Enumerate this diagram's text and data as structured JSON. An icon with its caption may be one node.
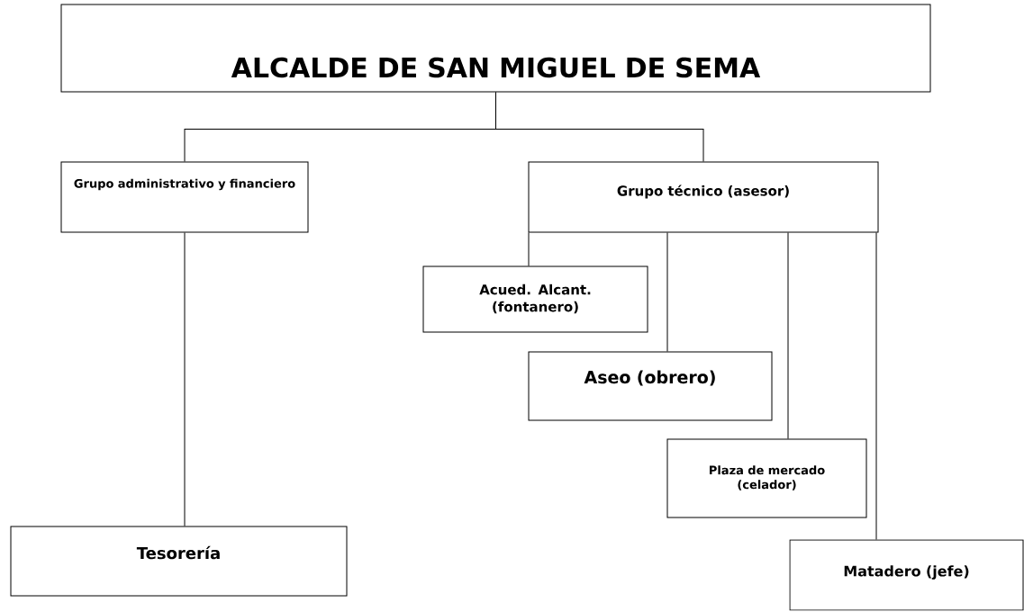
{
  "diagram": {
    "nodes": [
      {
        "text": [
          "ALCALDE DE SAN MIGUEL DE SEMA"
        ]
      },
      {
        "text": [
          "Grupo administrativo y financiero"
        ]
      },
      {
        "text": [
          "Grupo técnico (asesor)"
        ]
      },
      {
        "text": [
          "Acued. Alcant. (fontanero)"
        ]
      },
      {
        "text": [
          "Aseo (obrero)"
        ]
      },
      {
        "text": [
          "Plaza de mercado (celador)"
        ]
      },
      {
        "text": [
          "Tesorería"
        ]
      },
      {
        "text": [
          "Matadero (jefe)"
        ]
      }
    ],
    "edges": [
      {
        "from": 0,
        "to": 1,
        "arrow": "none"
      },
      {
        "from": 0,
        "to": 2,
        "arrow": "none"
      },
      {
        "from": 1,
        "to": 6,
        "arrow": "none"
      },
      {
        "from": 2,
        "to": 3,
        "arrow": "none"
      },
      {
        "from": 2,
        "to": 4,
        "arrow": "none"
      },
      {
        "from": 2,
        "to": 5,
        "arrow": "none"
      },
      {
        "from": 2,
        "to": 7,
        "arrow": "none"
      }
    ]
  }
}
